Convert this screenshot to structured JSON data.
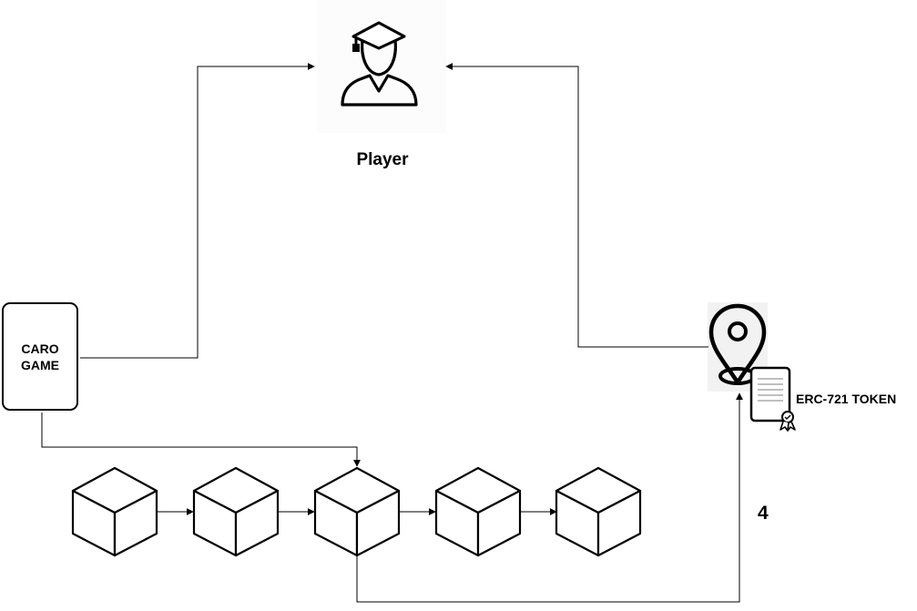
{
  "nodes": {
    "player": {
      "label": "Player",
      "icon": "graduate-user-icon"
    },
    "game": {
      "label": "CARO\nGAME"
    },
    "token": {
      "label": "ERC-721 TOKEN",
      "icons": [
        "location-pin-icon",
        "certificate-icon"
      ]
    },
    "chain": {
      "block_count": 5,
      "icon": "cube-icon"
    }
  },
  "edges": {
    "step_label": "4"
  },
  "colors": {
    "stroke": "#000000",
    "background": "#ffffff",
    "icon_bg": "#f2f2f2"
  }
}
